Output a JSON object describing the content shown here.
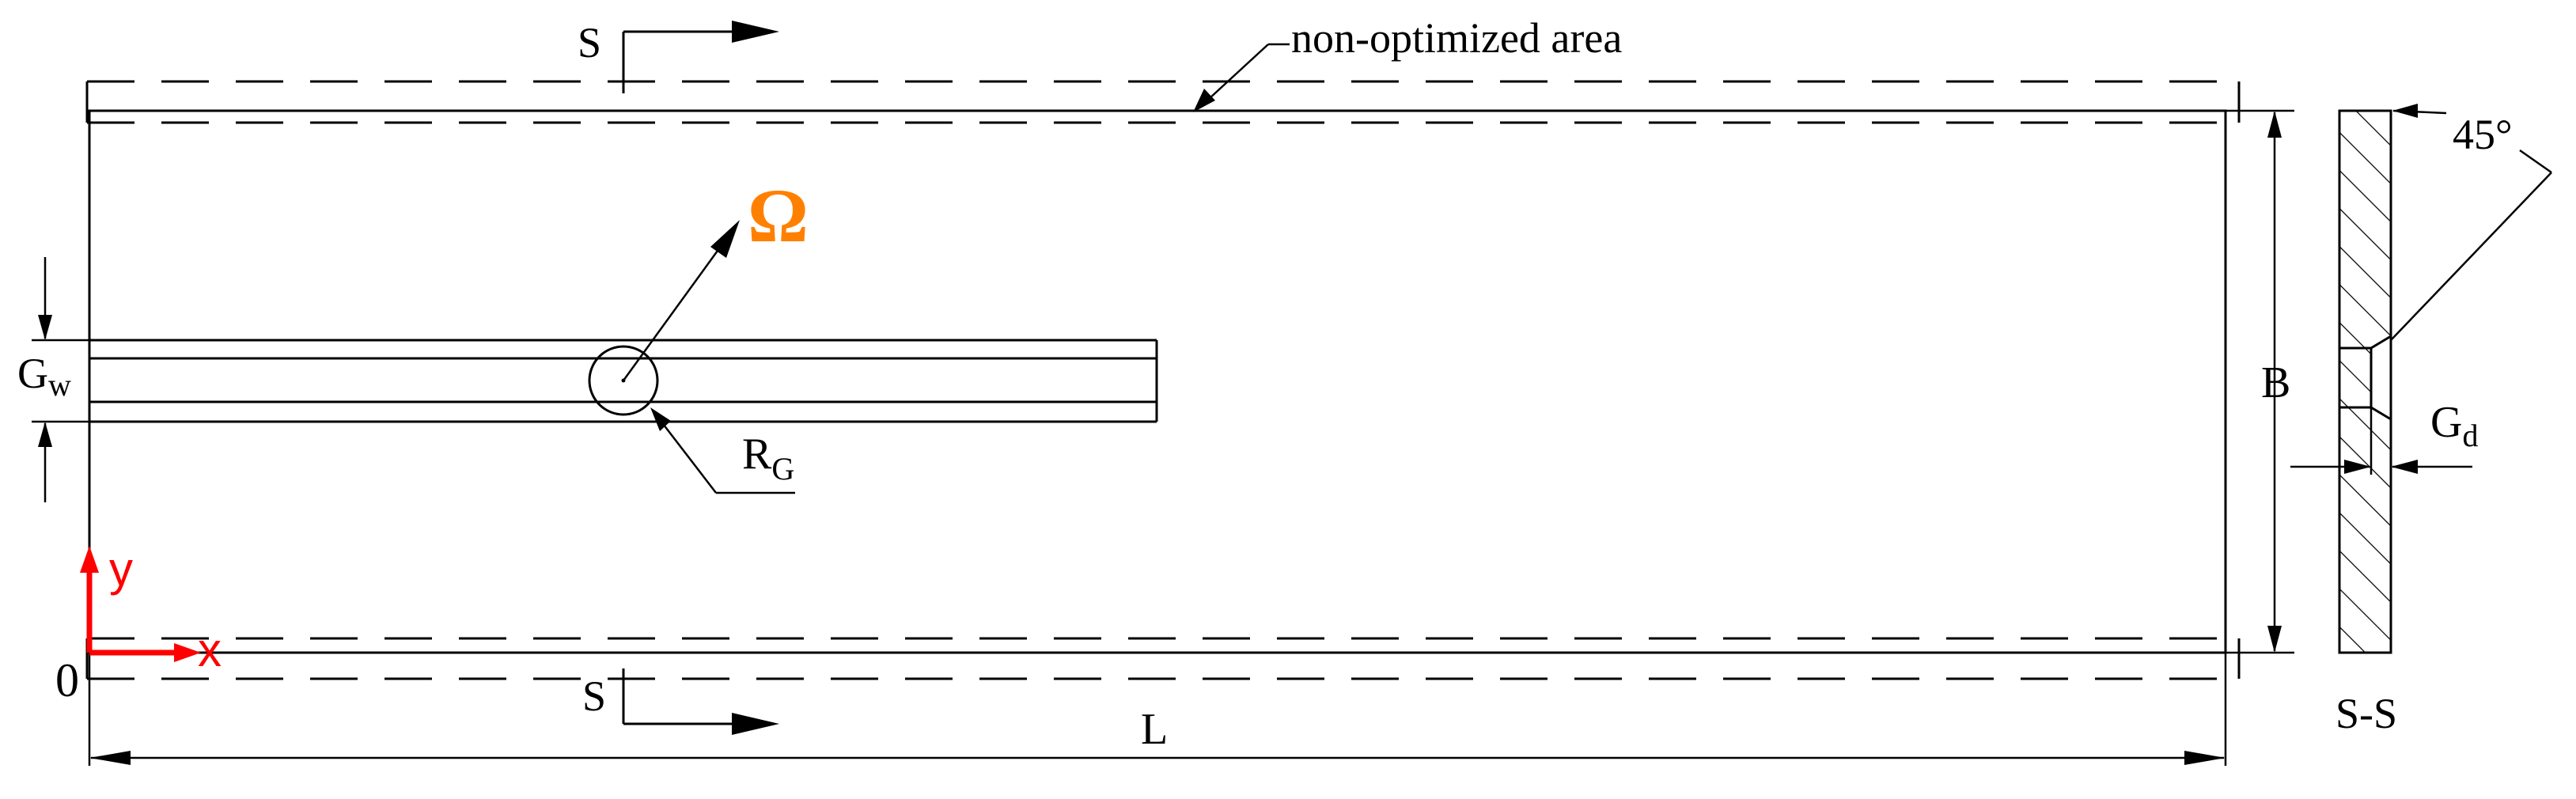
{
  "labels": {
    "section_mark_top": "S",
    "section_mark_bottom": "S",
    "non_optimized_area": "non-optimized area",
    "omega": "Ω",
    "groove_width_main": "G",
    "groove_width_sub": "w",
    "radius_main": "R",
    "radius_sub": "G",
    "height": "B",
    "length": "L",
    "origin": "0",
    "axis_x": "x",
    "axis_y": "y",
    "angle": "45°",
    "depth_main": "G",
    "depth_sub": "d",
    "section_view_label": "S-S"
  },
  "colors": {
    "omega": "#ff8000",
    "axes": "#ff0000",
    "lines": "#000000"
  }
}
